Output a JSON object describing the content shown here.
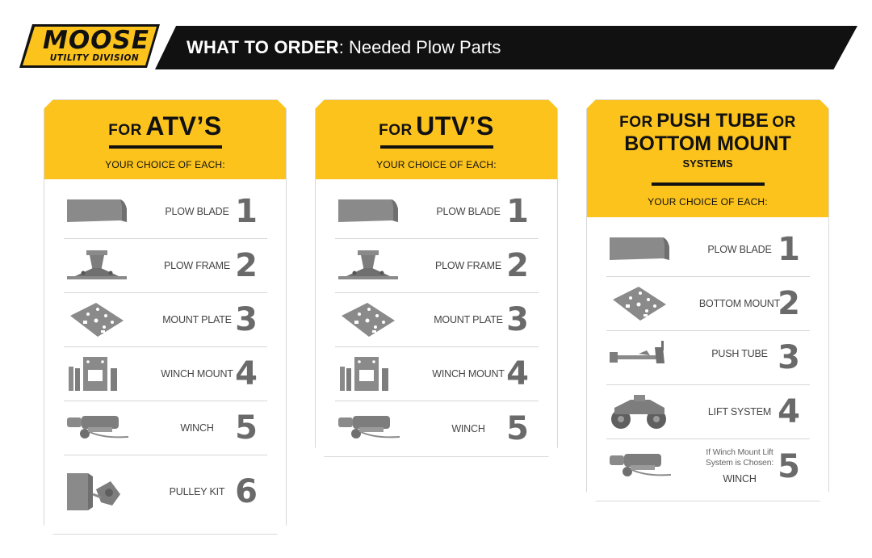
{
  "brand": {
    "name": "MOOSE",
    "division": "UTILITY DIVISION",
    "colors": {
      "accent": "#fcc31d",
      "dark": "#111111",
      "gray": "#6a6a6a"
    }
  },
  "header": {
    "bold": "WHAT TO ORDER",
    "rest": ": Needed Plow Parts"
  },
  "atv": {
    "title_for": "FOR",
    "title_main": "ATV’S",
    "choice": "YOUR CHOICE OF EACH:",
    "items": [
      {
        "label": "PLOW BLADE",
        "num": "1",
        "icon": "plow-blade-icon"
      },
      {
        "label": "PLOW FRAME",
        "num": "2",
        "icon": "plow-frame-icon"
      },
      {
        "label": "MOUNT PLATE",
        "num": "3",
        "icon": "mount-plate-icon"
      },
      {
        "label": "WINCH MOUNT",
        "num": "4",
        "icon": "winch-mount-icon"
      },
      {
        "label": "WINCH",
        "num": "5",
        "icon": "winch-icon"
      },
      {
        "label": "PULLEY KIT",
        "num": "6",
        "icon": "pulley-kit-icon"
      }
    ]
  },
  "utv": {
    "title_for": "FOR",
    "title_main": "UTV’S",
    "choice": "YOUR CHOICE OF EACH:",
    "items": [
      {
        "label": "PLOW BLADE",
        "num": "1",
        "icon": "plow-blade-icon"
      },
      {
        "label": "PLOW FRAME",
        "num": "2",
        "icon": "plow-frame-icon"
      },
      {
        "label": "MOUNT PLATE",
        "num": "3",
        "icon": "mount-plate-icon"
      },
      {
        "label": "WINCH MOUNT",
        "num": "4",
        "icon": "winch-mount-icon"
      },
      {
        "label": "WINCH",
        "num": "5",
        "icon": "winch-icon"
      }
    ]
  },
  "push": {
    "title_for": "FOR",
    "title_line1": "PUSH TUBE",
    "title_or": "OR",
    "title_line2": "BOTTOM MOUNT",
    "title_systems": "SYSTEMS",
    "choice": "YOUR CHOICE OF EACH:",
    "items": [
      {
        "label": "PLOW BLADE",
        "num": "1",
        "icon": "plow-blade-icon"
      },
      {
        "label": "BOTTOM MOUNT",
        "num": "2",
        "icon": "bottom-mount-icon"
      },
      {
        "label": "PUSH TUBE",
        "num": "3",
        "icon": "push-tube-icon"
      },
      {
        "label": "LIFT SYSTEM",
        "num": "4",
        "icon": "lift-system-icon"
      },
      {
        "label": "WINCH",
        "note": "If Winch Mount Lift System is Chosen:",
        "num": "5",
        "icon": "winch-icon"
      }
    ]
  }
}
